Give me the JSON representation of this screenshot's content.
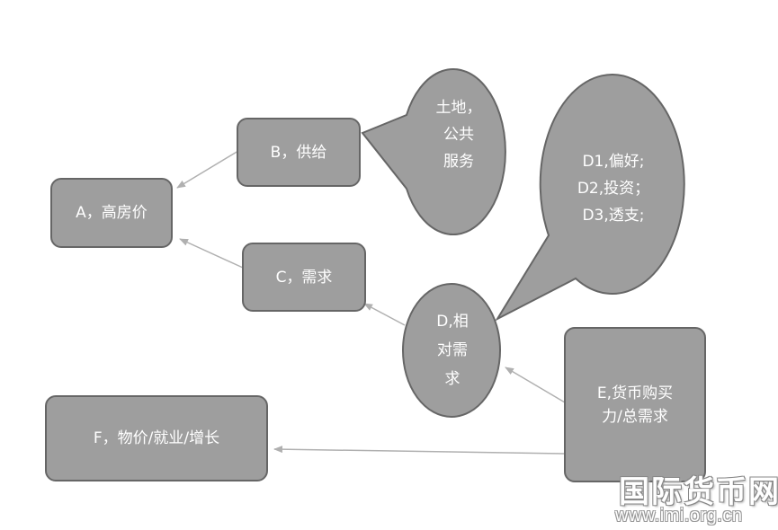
{
  "diagram": {
    "nodes": {
      "a": "A，高房价",
      "b": "B，供给",
      "c": "C，需求",
      "d": [
        "D,相",
        "对需",
        "求"
      ],
      "e": [
        "E,货币购买",
        "力/总需求"
      ],
      "f": "F，物价/就业/增长"
    },
    "bubbles": {
      "land": [
        "土地，",
        "公共",
        "服务"
      ],
      "demand_factors": [
        "D1,偏好;",
        "D2,投资；",
        "D3,透支;"
      ]
    },
    "edges": [
      {
        "from": "b",
        "to": "a"
      },
      {
        "from": "c",
        "to": "a"
      },
      {
        "from": "d",
        "to": "c"
      },
      {
        "from": "e",
        "to": "d"
      },
      {
        "from": "e",
        "to": "f"
      }
    ]
  },
  "watermark": {
    "chinese": "国际货币网",
    "url": "www.imi.org.cn"
  },
  "colors": {
    "node_fill": "#9e9e9e",
    "node_stroke": "#666666",
    "text": "#ffffff",
    "arrow": "#b0b0b0"
  }
}
